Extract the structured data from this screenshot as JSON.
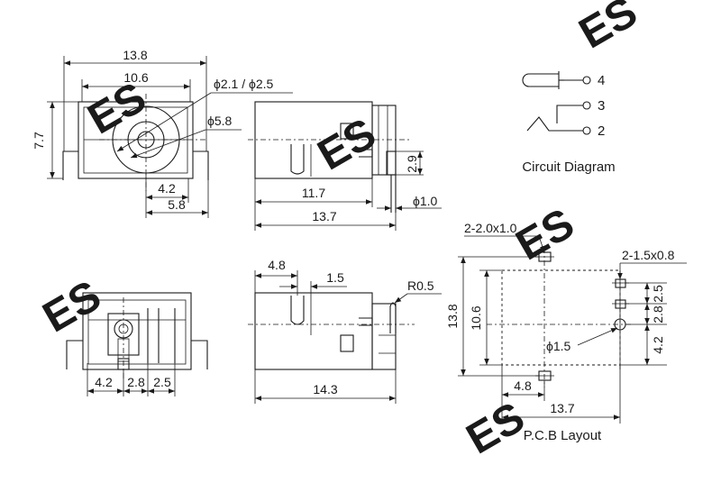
{
  "watermark": "ES",
  "front_view": {
    "overall_width": "13.8",
    "inner_width": "10.6",
    "height": "7.7",
    "pin_diameters": "ϕ2.1 / ϕ2.5",
    "hole_diameter": "ϕ5.8",
    "offset_a": "4.2",
    "offset_b": "5.8"
  },
  "side_view": {
    "pin_height": "2.9",
    "length_a": "11.7",
    "length_b": "13.7",
    "pin_diameter": "ϕ1.0"
  },
  "circuit": {
    "pin_4": "4",
    "pin_3": "3",
    "pin_2": "2",
    "caption": "Circuit Diagram"
  },
  "bottom_view": {
    "spacing_a": "4.2",
    "spacing_b": "2.8",
    "spacing_c": "2.5"
  },
  "side_view_2": {
    "offset": "4.8",
    "width": "1.5",
    "radius": "R0.5",
    "length": "14.3"
  },
  "pcb": {
    "slot_large": "2-2.0x1.0",
    "slot_small": "2-1.5x0.8",
    "outer_height": "13.8",
    "inner_height": "10.6",
    "pitch_a": "2.5",
    "pitch_b": "2.8",
    "pitch_c": "4.2",
    "hole": "ϕ1.5",
    "offset": "4.8",
    "length": "13.7",
    "caption": "P.C.B Layout"
  }
}
